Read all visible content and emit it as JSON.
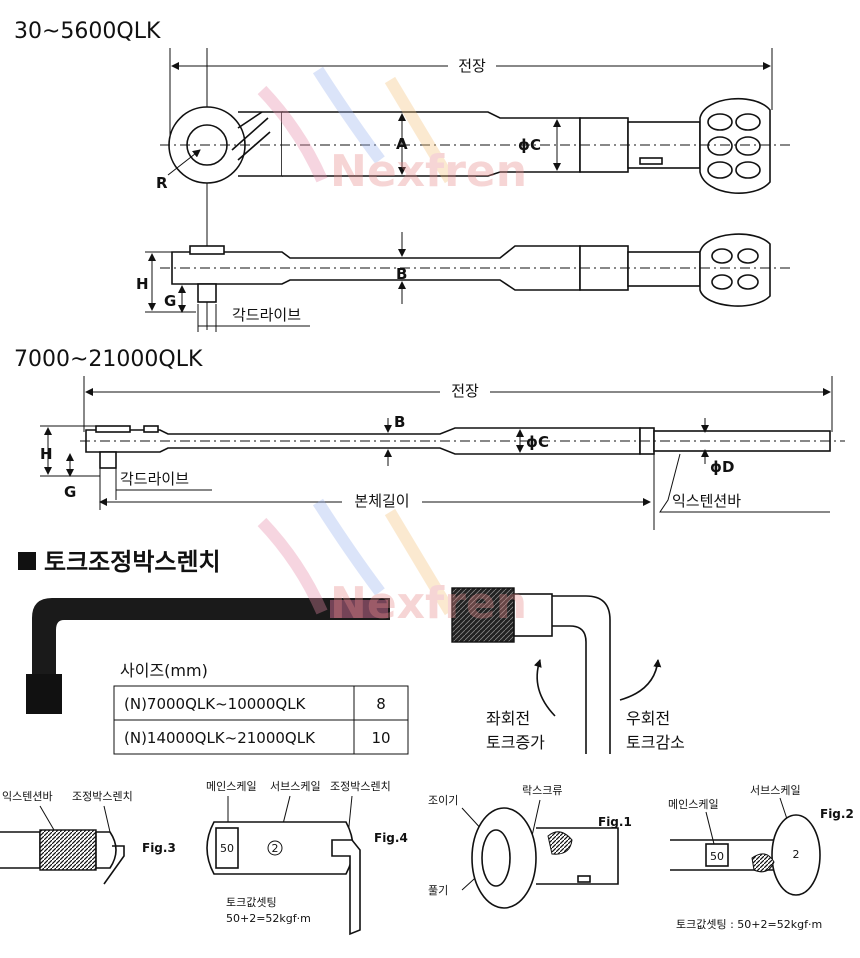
{
  "diagram1": {
    "title": "30~5600QLK",
    "overall_length": "전장",
    "label_A": "A",
    "label_phiC": "ϕC",
    "label_R": "R",
    "label_B": "B",
    "label_H": "H",
    "label_G": "G",
    "square_drive": "각드라이브"
  },
  "diagram2": {
    "title": "7000~21000QLK",
    "overall_length": "전장",
    "label_B": "B",
    "label_phiC": "ϕC",
    "label_phiD": "ϕD",
    "label_H": "H",
    "label_G": "G",
    "square_drive": "각드라이브",
    "body_length": "본체길이",
    "extension_bar": "익스텐션바"
  },
  "section": {
    "heading": "토크조정박스렌치",
    "table_header": "사이즈(mm)",
    "table_rows": [
      {
        "model": "(N)7000QLK~10000QLK",
        "size": "8"
      },
      {
        "model": "(N)14000QLK~21000QLK",
        "size": "10"
      }
    ],
    "left_turn": [
      "좌회전",
      "토크증가"
    ],
    "right_turn": [
      "우회전",
      "토크감소"
    ]
  },
  "figures": {
    "fig3": {
      "label": "Fig.3",
      "ext_bar": "익스텐션바",
      "adj_wrench": "조정박스렌치"
    },
    "fig4": {
      "label": "Fig.4",
      "main_scale": "메인스케일",
      "sub_scale": "서브스케일",
      "adj_wrench": "조정박스렌치",
      "setting_title": "토크값셋팅",
      "setting_value": "50+2=52kgf·m",
      "scale_main_num": "50",
      "scale_sub_num": "2"
    },
    "fig1": {
      "label": "Fig.1",
      "tighten": "조이기",
      "lock_screw": "락스크류",
      "loosen": "풀기"
    },
    "fig2": {
      "label": "Fig.2",
      "main_scale": "메인스케일",
      "sub_scale": "서브스케일",
      "setting": "토크값셋팅 : 50+2=52kgf·m",
      "scale_main_num": "50",
      "scale_sub_num": "2"
    }
  },
  "watermark": {
    "text": "Nexfren",
    "color": "#e88a8a"
  }
}
